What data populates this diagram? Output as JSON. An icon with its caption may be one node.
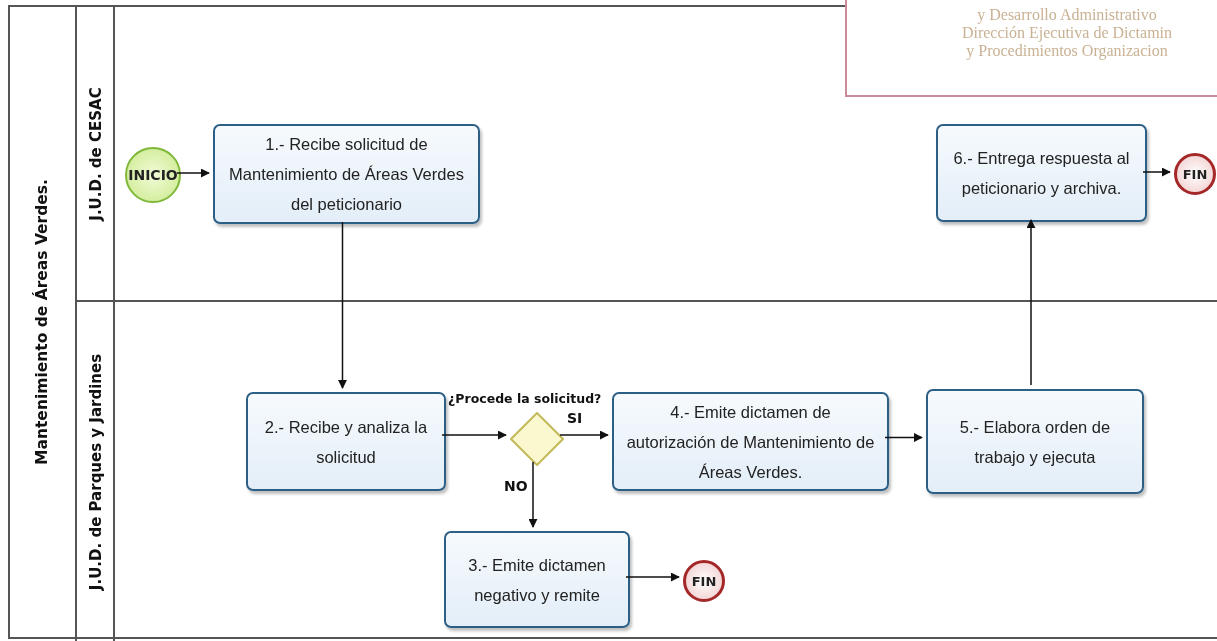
{
  "diagram": {
    "nodes": [
      {
        "text": [
          "Mantenimiento de Áreas Verdes."
        ]
      },
      {
        "text": [
          "J.U.D. de CESAC"
        ],
        "in": 0
      },
      {
        "text": [
          "J.U.D. de Parques y Jardines"
        ],
        "in": 0
      },
      {
        "text": [
          "INICIO"
        ],
        "in": 1
      },
      {
        "text": [
          "1.- Recibe solicitud de Mantenimiento de Áreas Verdes del peticionario"
        ],
        "in": 1
      },
      {
        "text": [
          "6.- Entrega respuesta al peticionario y archiva."
        ],
        "in": 1
      },
      {
        "text": [
          "FIN"
        ],
        "in": 1
      },
      {
        "text": [
          "2.- Recibe y analiza la solicitud"
        ],
        "in": 2
      },
      {
        "text": [
          "¿Procede la solicitud?"
        ],
        "in": 2
      },
      {
        "text": [
          "4.- Emite dictamen de autorización de Mantenimiento de Áreas Verdes."
        ],
        "in": 2
      },
      {
        "text": [
          "5.- Elabora orden de trabajo y ejecuta"
        ],
        "in": 2
      },
      {
        "text": [
          "3.- Emite dictamen negativo y remite"
        ],
        "in": 2
      },
      {
        "text": [
          "FIN"
        ],
        "in": 2
      }
    ],
    "edges": [
      {
        "from": 3,
        "to": 4,
        "arrow": "to"
      },
      {
        "from": 4,
        "to": 7,
        "arrow": "to"
      },
      {
        "from": 7,
        "to": 8,
        "arrow": "to"
      },
      {
        "from": 8,
        "to": 9,
        "arrow": "to",
        "label": "SI"
      },
      {
        "from": 8,
        "to": 11,
        "arrow": "to",
        "label": "NO"
      },
      {
        "from": 9,
        "to": 10,
        "arrow": "to"
      },
      {
        "from": 10,
        "to": 5,
        "arrow": "to"
      },
      {
        "from": 5,
        "to": 6,
        "arrow": "to"
      },
      {
        "from": 11,
        "to": 12,
        "arrow": "to"
      }
    ],
    "labels": [
      "y Desarrollo Administrativo",
      "Dirección Ejecutiva de Dictamin",
      "y Procedimientos Organizacion"
    ]
  }
}
